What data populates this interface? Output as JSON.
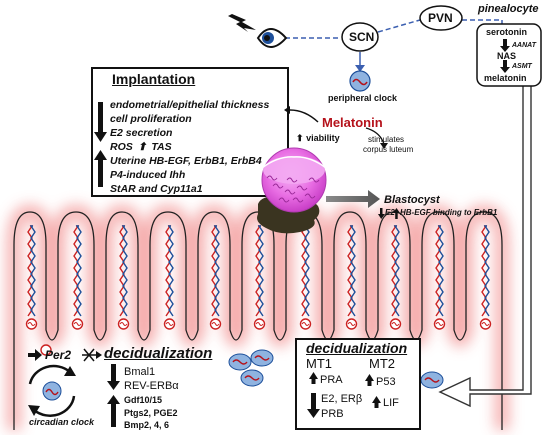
{
  "top": {
    "pvn": "PVN",
    "scn": "SCN",
    "peripheral_clock": "peripheral clock",
    "pinealocyte": "pinealocyte"
  },
  "pineal_pathway": {
    "serotonin": "serotonin",
    "aanat": "AANAT",
    "nas": "NAS",
    "asmt": "ASMT",
    "melatonin": "melatonin"
  },
  "implantation": {
    "title": "Implantation",
    "decreased": [
      "endometrial/epithelial thickness",
      "cell proliferation",
      "E2 secretion"
    ],
    "ros_line": {
      "ros": "ROS",
      "tas": "TAS"
    },
    "increased": [
      "Uterine HB-EGF, ErbB1, ErbB4",
      "P4-induced Ihh",
      "StAR and Cyp11a1"
    ]
  },
  "melatonin_center": {
    "label": "Melatonin",
    "viability": "viability",
    "corpus_luteum": [
      "stimulates",
      "corpus luteum"
    ]
  },
  "blastocyst": {
    "label": "Blastocyst",
    "e2": "E2",
    "hb_egf": "HB-EGF binding to ErbB1"
  },
  "bottom_left": {
    "per2": "Per2",
    "decidualization": "decidualization",
    "circadian_clock": "circadian clock",
    "genes": [
      "Bmal1",
      "REV-ERBα"
    ],
    "up_genes": [
      "Gdf10/15",
      "Ptgs2, PGE2",
      "Bmp2, 4, 6"
    ]
  },
  "decid_box": {
    "title": "decidualization",
    "mt1": "MT1",
    "mt2": "MT2",
    "pra": "PRA",
    "e2_er": "E2, ERβ",
    "prb": "PRB",
    "p53": "P53",
    "lif": "LIF"
  },
  "colors": {
    "melatonin_text": "#b5121b",
    "embryo": "#e83ee0",
    "glow": "#f4a6a6",
    "dashed_link": "#3b5fb0",
    "receptor": "#1d4f9a",
    "receptor_fill": "#8fb3e0",
    "decidua": "#3a3420"
  }
}
